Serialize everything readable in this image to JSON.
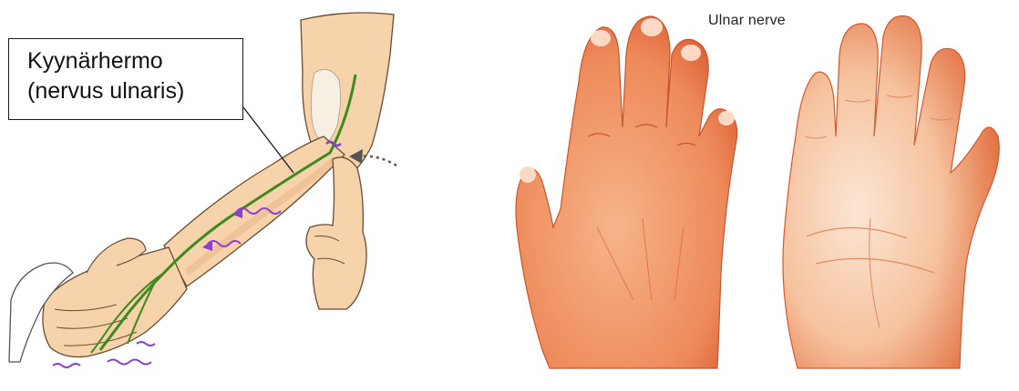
{
  "left_diagram": {
    "label_line1": "Kyynärhermo",
    "label_line2": "(nervus ulnaris)",
    "colors": {
      "skin": "#f7d3ab",
      "skin_shadow": "#e8b486",
      "nerve": "#3c8a1e",
      "signal": "#8a3fd1",
      "bone": "#f6efe2",
      "outline": "#6b4a33"
    }
  },
  "right_image": {
    "title": "Ulnar nerve",
    "colors": {
      "skin": "#f2a070",
      "skin_dark": "#d9562c",
      "skin_light": "#fbe6d4"
    }
  }
}
